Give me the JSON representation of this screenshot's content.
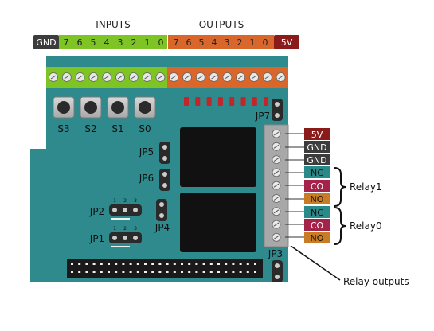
{
  "headers": {
    "inputs": "INPUTS",
    "outputs": "OUTPUTS"
  },
  "top_pins": {
    "gnd": "GND",
    "inputs": [
      "7",
      "6",
      "5",
      "4",
      "3",
      "2",
      "1",
      "0"
    ],
    "outputs": [
      "7",
      "6",
      "5",
      "4",
      "3",
      "2",
      "1",
      "0"
    ],
    "power": "5V"
  },
  "buttons": [
    "S3",
    "S2",
    "S1",
    "S0"
  ],
  "jumpers": {
    "jp1": "JP1",
    "jp2": "JP2",
    "jp3": "JP3",
    "jp4": "JP4",
    "jp5": "JP5",
    "jp6": "JP6",
    "jp7": "JP7",
    "pin_numbers": [
      "1",
      "2",
      "3"
    ]
  },
  "right_pins": [
    "5V",
    "GND",
    "GND",
    "NC",
    "CO",
    "NO",
    "NC",
    "CO",
    "NO"
  ],
  "relay_labels": {
    "relay1": "Relay1",
    "relay0": "Relay0"
  },
  "callout": "Relay outputs",
  "colors": {
    "board": "#2e8a8c",
    "board_dark": "#1e6c6f",
    "input_green": "#7dc424",
    "output_orange": "#d9662a",
    "power_red": "#8b1b1b",
    "gnd_grey": "#3c3c3c",
    "nc_teal": "#2a8a8a",
    "co_crimson": "#a4234a",
    "no_amber": "#c77c25",
    "relay_black": "#111111",
    "led_red": "#c0262a"
  }
}
